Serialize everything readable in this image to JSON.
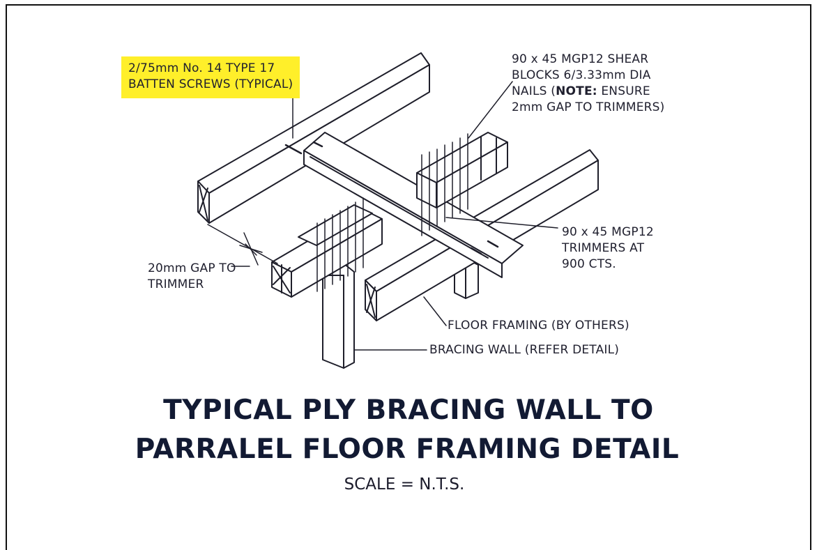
{
  "labels": {
    "batten_screws_line1": "2/75mm No. 14 TYPE 17",
    "batten_screws_line2": "BATTEN SCREWS (TYPICAL)",
    "shear_line1": "90 x 45 MGP12 SHEAR",
    "shear_line2": "BLOCKS 6/3.33mm DIA",
    "shear_line3_prefix": "NAILS (",
    "shear_line3_note": "NOTE:",
    "shear_line3_suffix": " ENSURE",
    "shear_line4": "2mm GAP TO TRIMMERS)",
    "trimmers_line1": "90 x 45 MGP12",
    "trimmers_line2": "TRIMMERS AT",
    "trimmers_line3": "900 CTS.",
    "gap_line1": "20mm GAP TO",
    "gap_line2": "TRIMMER",
    "floor_framing": "FLOOR FRAMING (BY OTHERS)",
    "bracing_wall": "BRACING WALL (REFER DETAIL)"
  },
  "title": {
    "line1": "TYPICAL PLY BRACING WALL TO",
    "line2": "PARRALEL FLOOR FRAMING DETAIL"
  },
  "scale": "SCALE = N.T.S.",
  "colors": {
    "highlight": "#ffef2a",
    "linework": "#1e1e2a",
    "title": "#121a33"
  }
}
